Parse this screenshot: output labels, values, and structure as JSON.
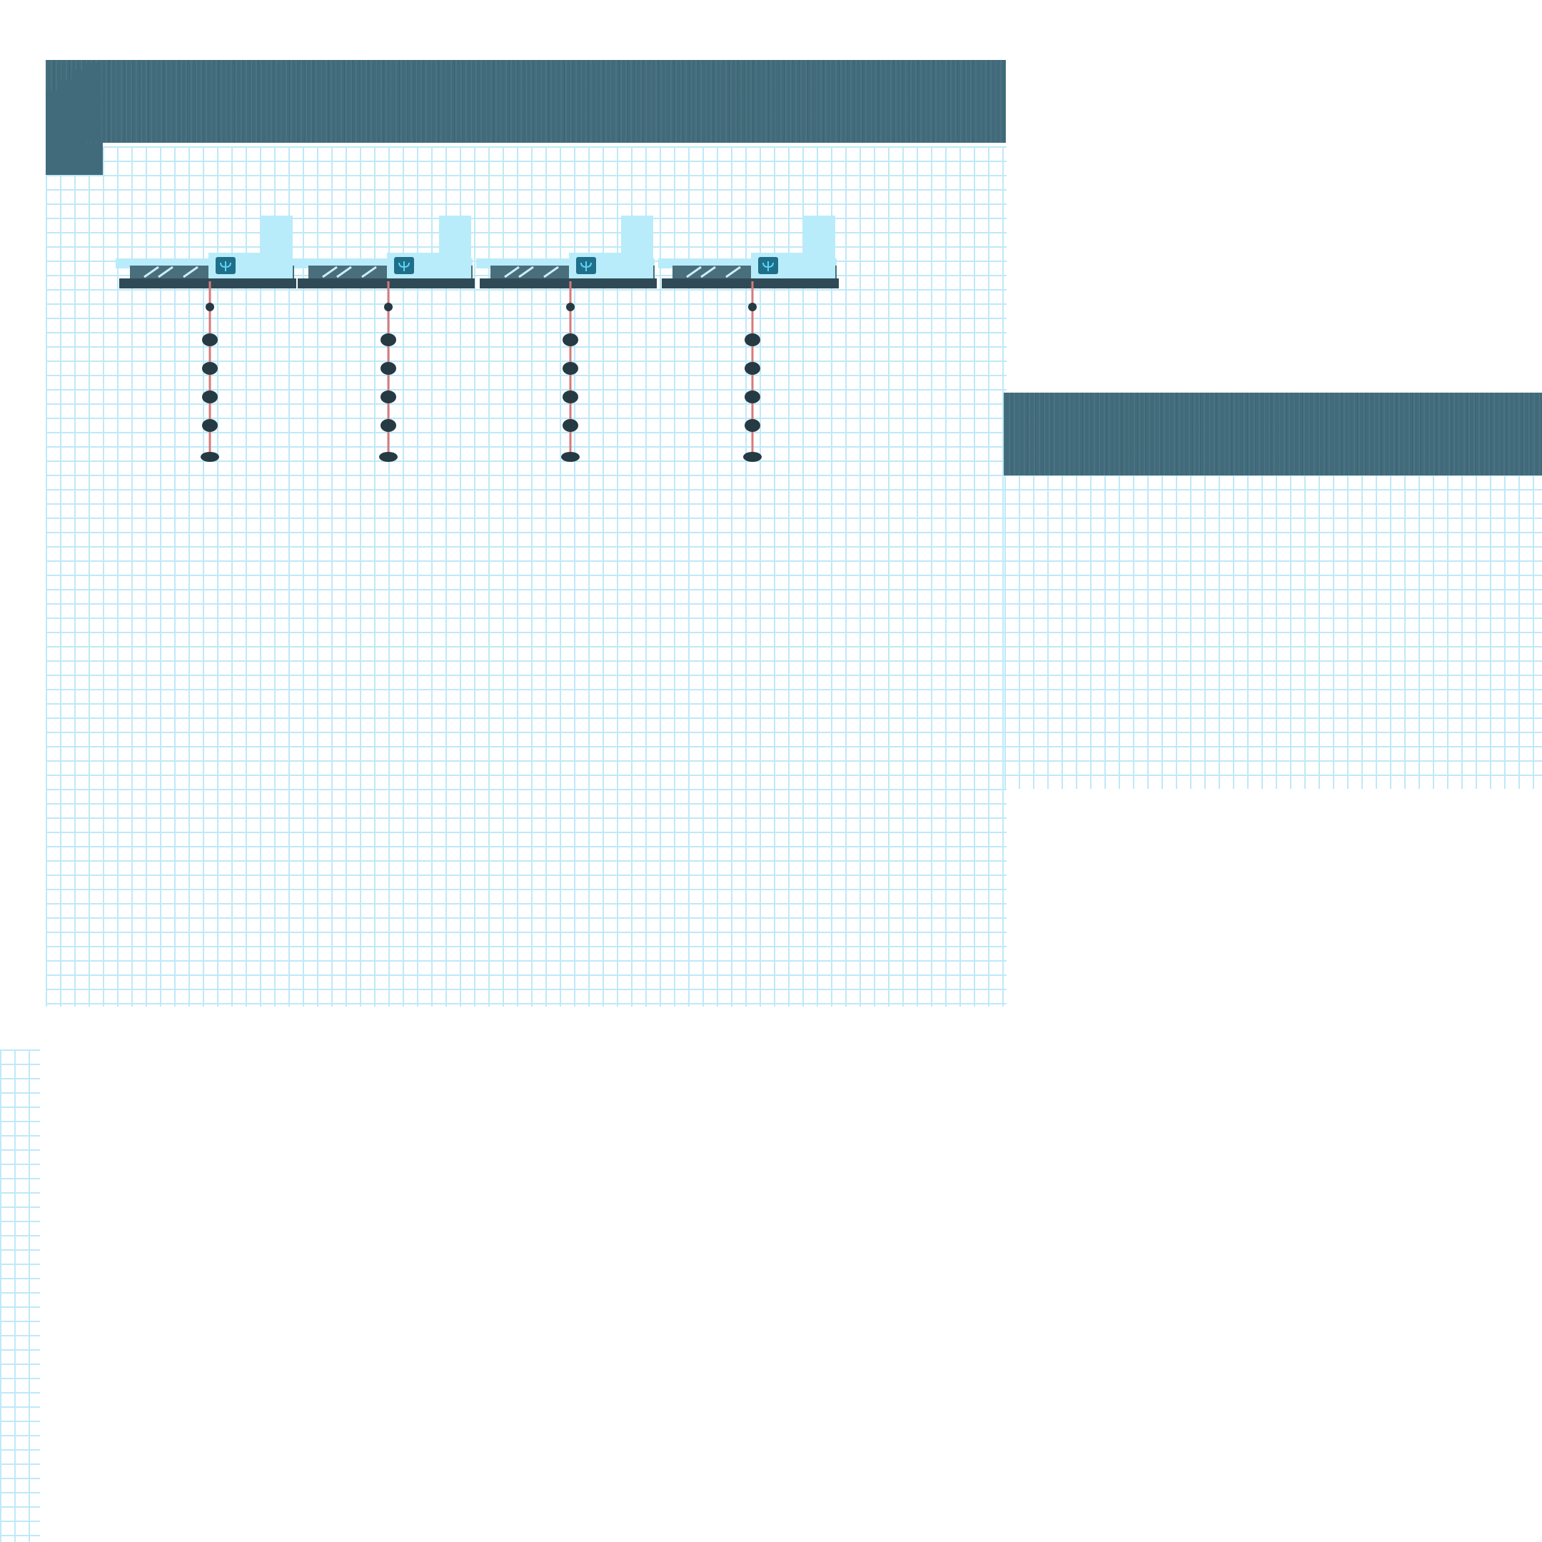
{
  "scene": {
    "title": "",
    "colors": {
      "wall": "#416b7b",
      "grid_line": "#bfe9f7",
      "background": "#ffffff",
      "deck_light": "#b9ecfa",
      "deck_dark": "#2f4a56",
      "cable": "#d77a7a",
      "chain_node": "#263a44",
      "badge": "#1f6f8a",
      "badge_symbol": "#5fd3f2"
    },
    "platforms": [
      {
        "id": "platform-1",
        "icon": "trident-icon",
        "chain_links": 6
      },
      {
        "id": "platform-2",
        "icon": "trident-icon",
        "chain_links": 6
      },
      {
        "id": "platform-3",
        "icon": "trident-icon",
        "chain_links": 6
      },
      {
        "id": "platform-4",
        "icon": "trident-icon",
        "chain_links": 6
      }
    ]
  }
}
